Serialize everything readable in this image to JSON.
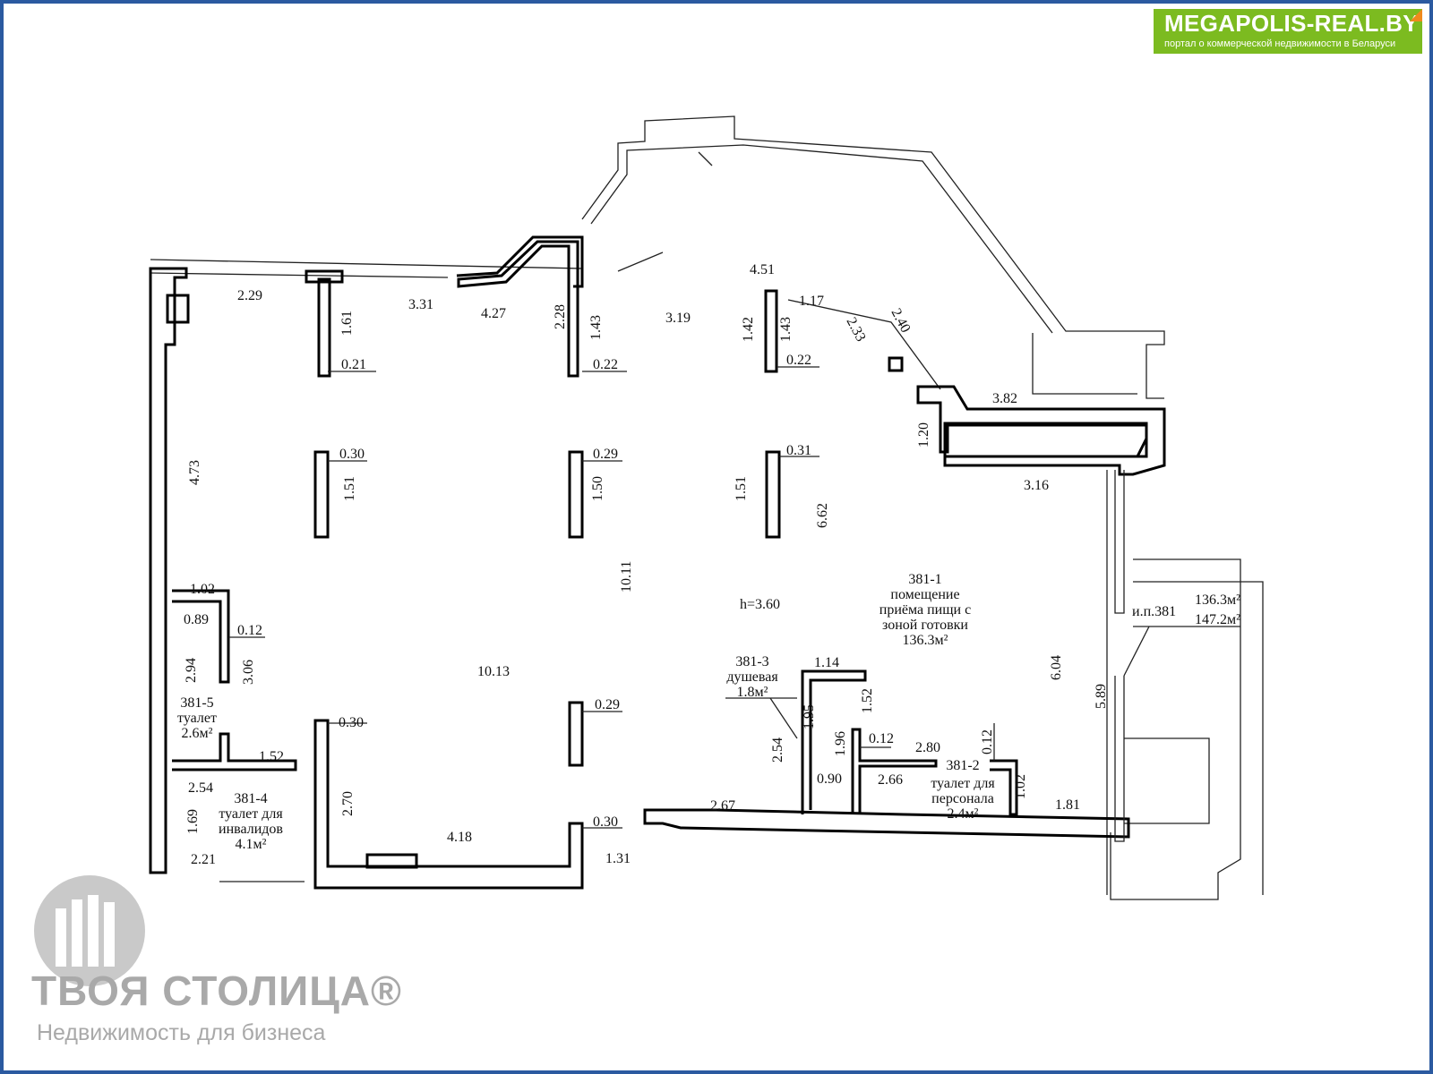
{
  "brand": {
    "site_title": "MEGAPOLIS-REAL.BY",
    "site_subtitle": "портал о коммерческой недвижимости в Беларуси",
    "watermark_name": "ТВОЯ СТОЛИЦА®",
    "watermark_subtitle": "Недвижимость для бизнеса",
    "frame_color": "#2b5aa0",
    "badge_color": "#7cbb20"
  },
  "dimensions": [
    "2.29",
    "3.31",
    "4.27",
    "3.19",
    "4.51",
    "1.17",
    "0.21",
    "0.22",
    "0.22",
    "3.82",
    "3.16",
    "0.30",
    "0.29",
    "0.31",
    "h=3.60",
    "1.02",
    "0.89",
    "0.12",
    "10.13",
    "1.14",
    "0.29",
    "0.30",
    "1.52",
    "0.12",
    "2.80",
    "2.54",
    "0.90",
    "2.66",
    "2.67",
    "1.81",
    "4.18",
    "0.30",
    "1.31",
    "2.21"
  ],
  "vertical_dimensions": [
    "1.61",
    "2.28",
    "1.43",
    "1.42",
    "1.43",
    "4.73",
    "1.51",
    "1.50",
    "1.51",
    "6.62",
    "10.11",
    "1.20",
    "2.94",
    "3.06",
    "2.54",
    "1.95",
    "1.52",
    "1.96",
    "0.12",
    "1.02",
    "1.69",
    "2.70",
    "6.04",
    "5.89"
  ],
  "diagonal_dimensions": [
    "2.33",
    "2.40"
  ],
  "rooms": {
    "r1": {
      "id": "381-1",
      "lines": [
        "помещение",
        "приёма пищи с",
        "зоной готовки",
        "136.3м²"
      ]
    },
    "r2": {
      "id": "381-2",
      "lines": [
        "туалет для",
        "персонала",
        "2.4м²"
      ]
    },
    "r3": {
      "id": "381-3",
      "lines": [
        "душевая",
        "1.8м²"
      ]
    },
    "r4": {
      "id": "381-4",
      "lines": [
        "туалет для",
        "инвалидов",
        "4.1м²"
      ]
    },
    "r5": {
      "id": "381-5",
      "lines": [
        "туалет",
        "2.6м²"
      ]
    }
  },
  "summary": {
    "label": "и.п.381",
    "area_main": "136.3м²",
    "area_total": "147.2м²"
  }
}
